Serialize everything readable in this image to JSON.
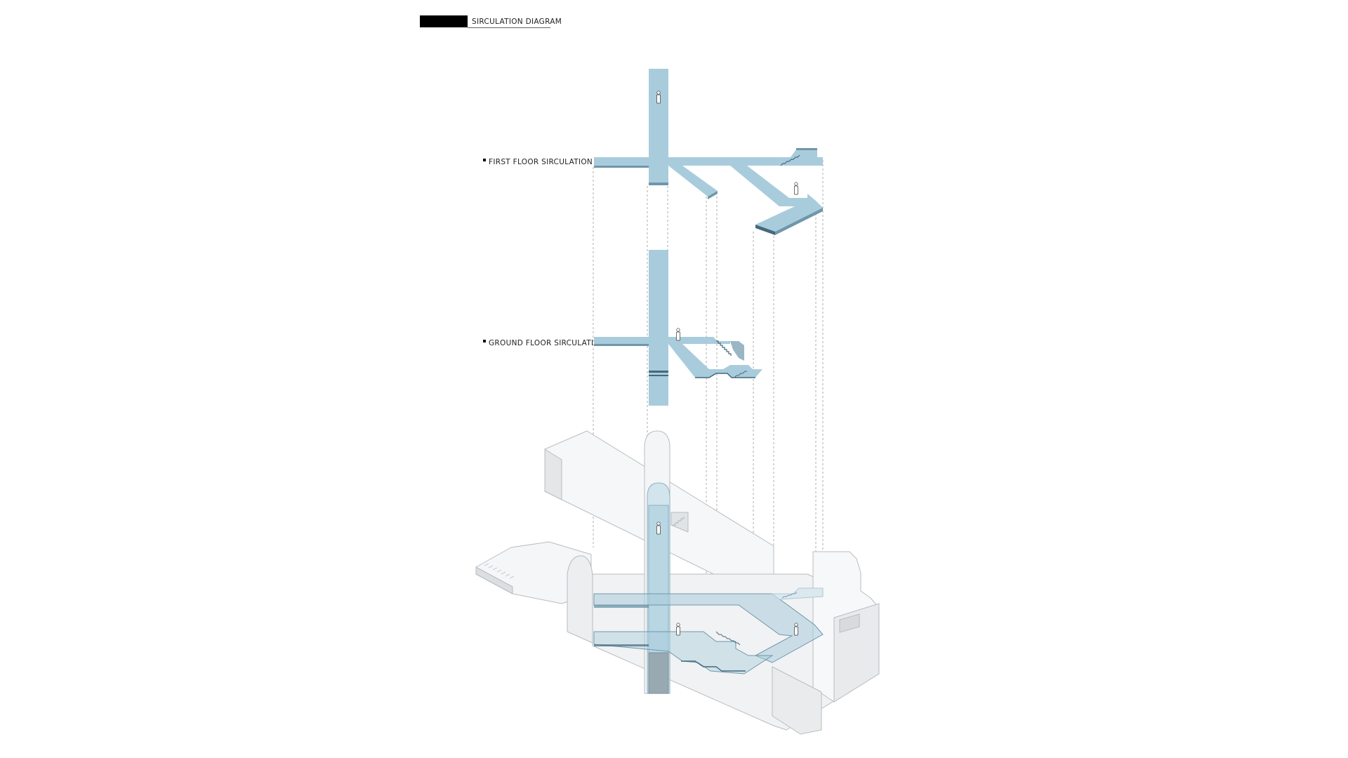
{
  "header": {
    "title": "SIRCULATION DIAGRAM"
  },
  "levels": [
    {
      "label": "FIRST FLOOR SIRCULATION"
    },
    {
      "label": "GROUND FLOOR SIRCULATION"
    }
  ],
  "colors": {
    "circulation_fill": "#a9ccdc",
    "circulation_edge": "#6f97ab",
    "circulation_dark": "#44697c",
    "building_fill": "#f3f4f5",
    "building_edge": "#b9bcbf",
    "projection_line": "#9a9a9a",
    "title_block": "#000000"
  }
}
